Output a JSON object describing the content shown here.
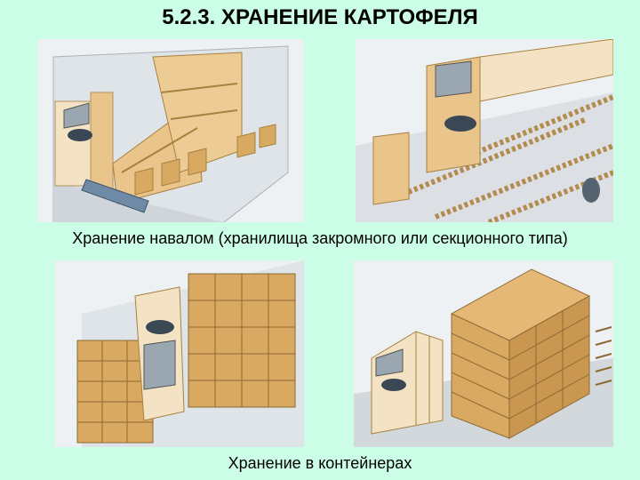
{
  "slide": {
    "title": "5.2.3. ХРАНЕНИЕ КАРТОФЕЛЯ",
    "caption_bulk": "Хранение навалом (хранилища закромного или секционного типа)",
    "caption_containers": "Хранение в контейнерах"
  },
  "colors": {
    "background": "#ccfde6",
    "wood": "#e9c58c",
    "wood_dark": "#c9984f",
    "wall": "#f3e3c4",
    "floor": "#d8dce0"
  }
}
